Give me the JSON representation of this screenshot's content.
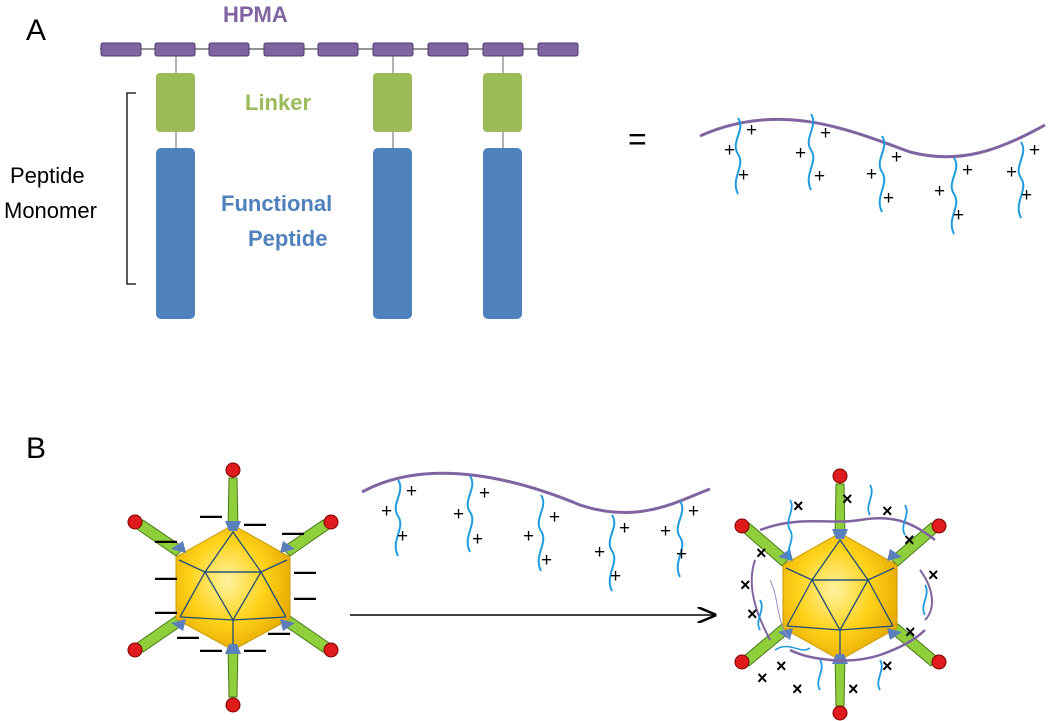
{
  "panel_a": {
    "letter": "A",
    "backbone_label": "HPMA",
    "linker_label": "Linker",
    "functional_label_line1": "Functional",
    "functional_label_line2": "Peptide",
    "monomer_label_line1": "Peptide",
    "monomer_label_line2": "Monomer",
    "equals_sign": "=",
    "charge_symbol": "+"
  },
  "panel_b": {
    "letter": "B",
    "negative_charge_symbol": "—",
    "positive_charge_symbol": "+",
    "cross_symbol": "×"
  },
  "colors": {
    "hpma": "#8064a2",
    "linker": "#9bbb59",
    "functional_peptide": "#4f81bd",
    "peptide_strand": "#1f9be0",
    "capsid_yellow": "#ffd21a",
    "capsid_edge": "#1f4e79",
    "spike_green": "#8fcf3c",
    "spike_tip_red": "#e01b1b",
    "spike_base_blue": "#5b7fbd"
  }
}
